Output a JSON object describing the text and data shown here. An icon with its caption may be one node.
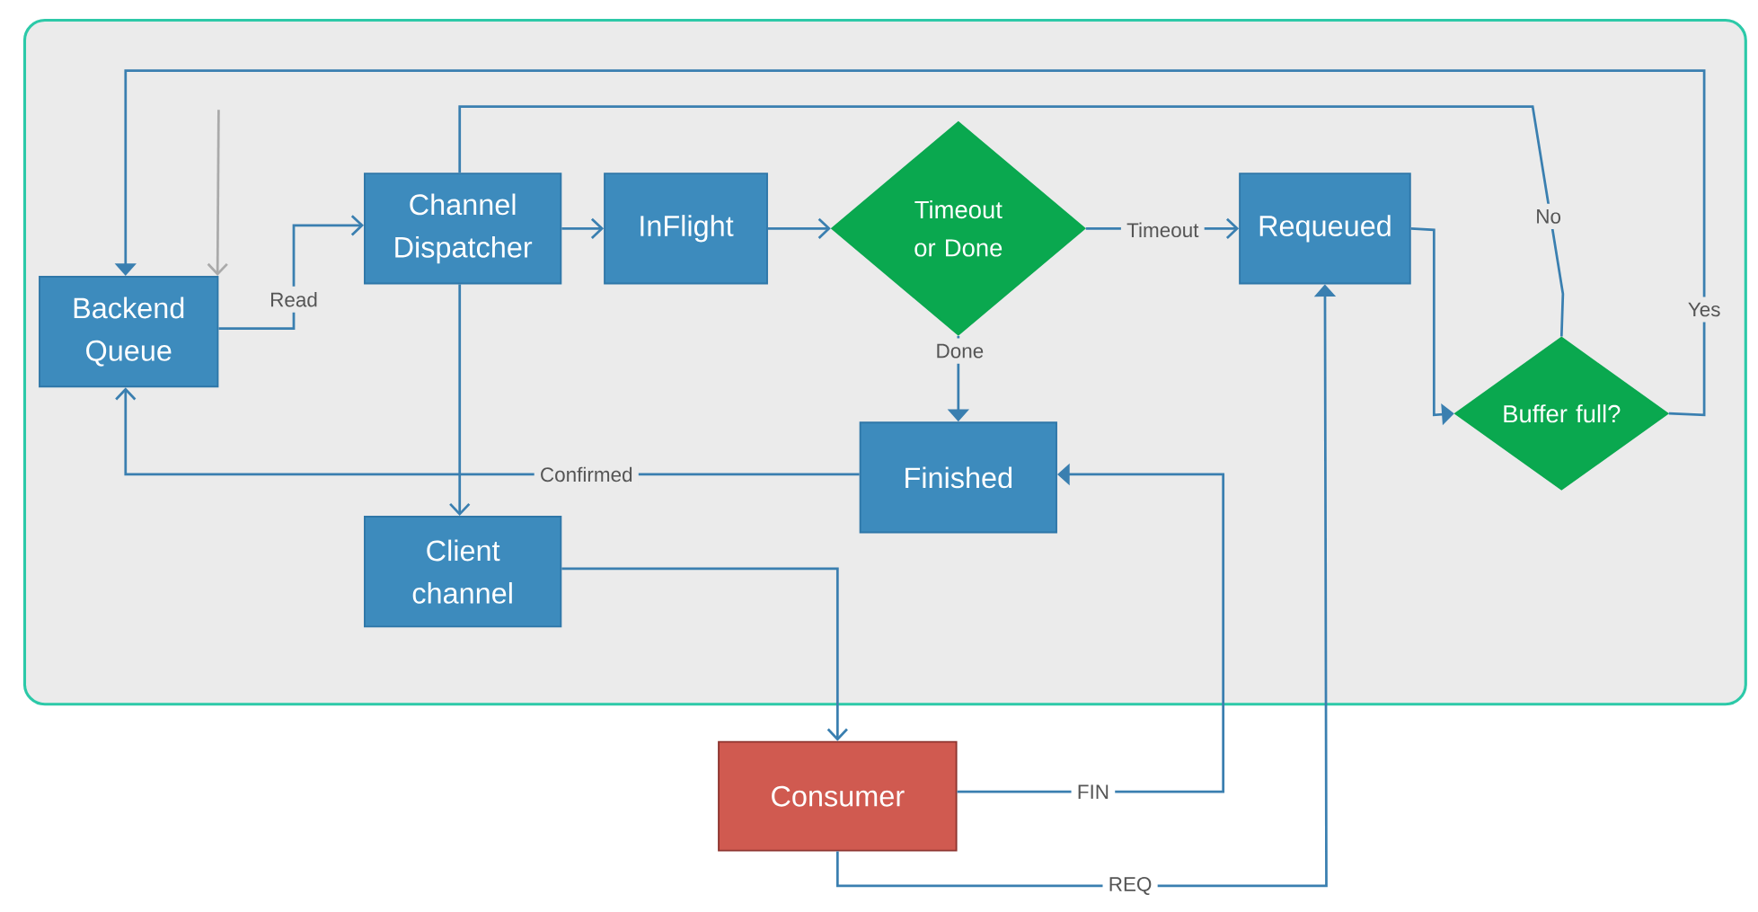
{
  "diagram": {
    "nodes": [
      {
        "text": [],
        "shape": "box"
      },
      {
        "text": [
          "Backend Queue"
        ],
        "in": 0
      },
      {
        "text": [
          "Channel Dispatcher"
        ],
        "in": 0
      },
      {
        "text": [
          "InFlight"
        ],
        "in": 0
      },
      {
        "text": [
          "Timeout or Done"
        ],
        "in": 0
      },
      {
        "text": [
          "Requeued"
        ],
        "in": 0
      },
      {
        "text": [
          "Buffer full?"
        ],
        "in": 0
      },
      {
        "text": [
          "Finished"
        ],
        "in": 0
      },
      {
        "text": [
          "Client channel"
        ],
        "in": 0
      },
      {
        "text": [
          "Consumer"
        ]
      }
    ],
    "edges": [
      {
        "from": 1,
        "to": 2,
        "arrow": "to",
        "label": "Read"
      },
      {
        "from": null,
        "to": 1,
        "arrow": "to",
        "color": "#aaaaaa"
      },
      {
        "from": 2,
        "to": 3,
        "arrow": "to"
      },
      {
        "from": 3,
        "to": 4,
        "arrow": "to"
      },
      {
        "from": 4,
        "to": 5,
        "arrow": "to",
        "label": "Timeout"
      },
      {
        "from": 4,
        "to": 7,
        "arrow": "to",
        "label": "Done"
      },
      {
        "from": 5,
        "to": 6,
        "arrow": "to"
      },
      {
        "from": 6,
        "to": 1,
        "arrow": "to",
        "label": "Yes"
      },
      {
        "from": 6,
        "to": 2,
        "arrow": "none",
        "label": "No"
      },
      {
        "from": 2,
        "to": 8,
        "arrow": "to"
      },
      {
        "from": 7,
        "to": 1,
        "arrow": "to",
        "label": "Confirmed"
      },
      {
        "from": 8,
        "to": 9,
        "arrow": "to"
      },
      {
        "from": 9,
        "to": 7,
        "arrow": "to",
        "label": "FIN"
      },
      {
        "from": 9,
        "to": 5,
        "arrow": "to",
        "label": "REQ"
      }
    ]
  }
}
